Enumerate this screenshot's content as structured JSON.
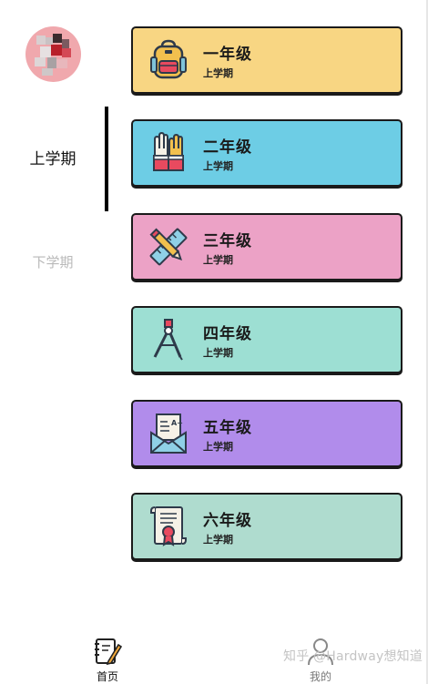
{
  "sidebar": {
    "semesters": [
      {
        "label": "上学期",
        "active": true
      },
      {
        "label": "下学期",
        "active": false
      }
    ]
  },
  "cards": [
    {
      "title": "一年级",
      "subtitle": "上学期",
      "color": "#f8d683",
      "icon": "backpack-icon"
    },
    {
      "title": "二年级",
      "subtitle": "上学期",
      "color": "#6dcde5",
      "icon": "raised-hands-icon"
    },
    {
      "title": "三年级",
      "subtitle": "上学期",
      "color": "#eca2c6",
      "icon": "pencil-ruler-icon"
    },
    {
      "title": "四年级",
      "subtitle": "上学期",
      "color": "#9ddfd3",
      "icon": "compass-icon"
    },
    {
      "title": "五年级",
      "subtitle": "上学期",
      "color": "#b18ceb",
      "icon": "graded-letter-icon"
    },
    {
      "title": "六年级",
      "subtitle": "上学期",
      "color": "#afdccf",
      "icon": "certificate-icon"
    }
  ],
  "tabbar": {
    "home_label": "首页",
    "mine_label": "我的",
    "watermark": "知乎 @Hardway想知道"
  },
  "colors": {
    "active_text": "#111111",
    "inactive_text": "#b9b9b9",
    "card_border": "#1a1a1a"
  }
}
